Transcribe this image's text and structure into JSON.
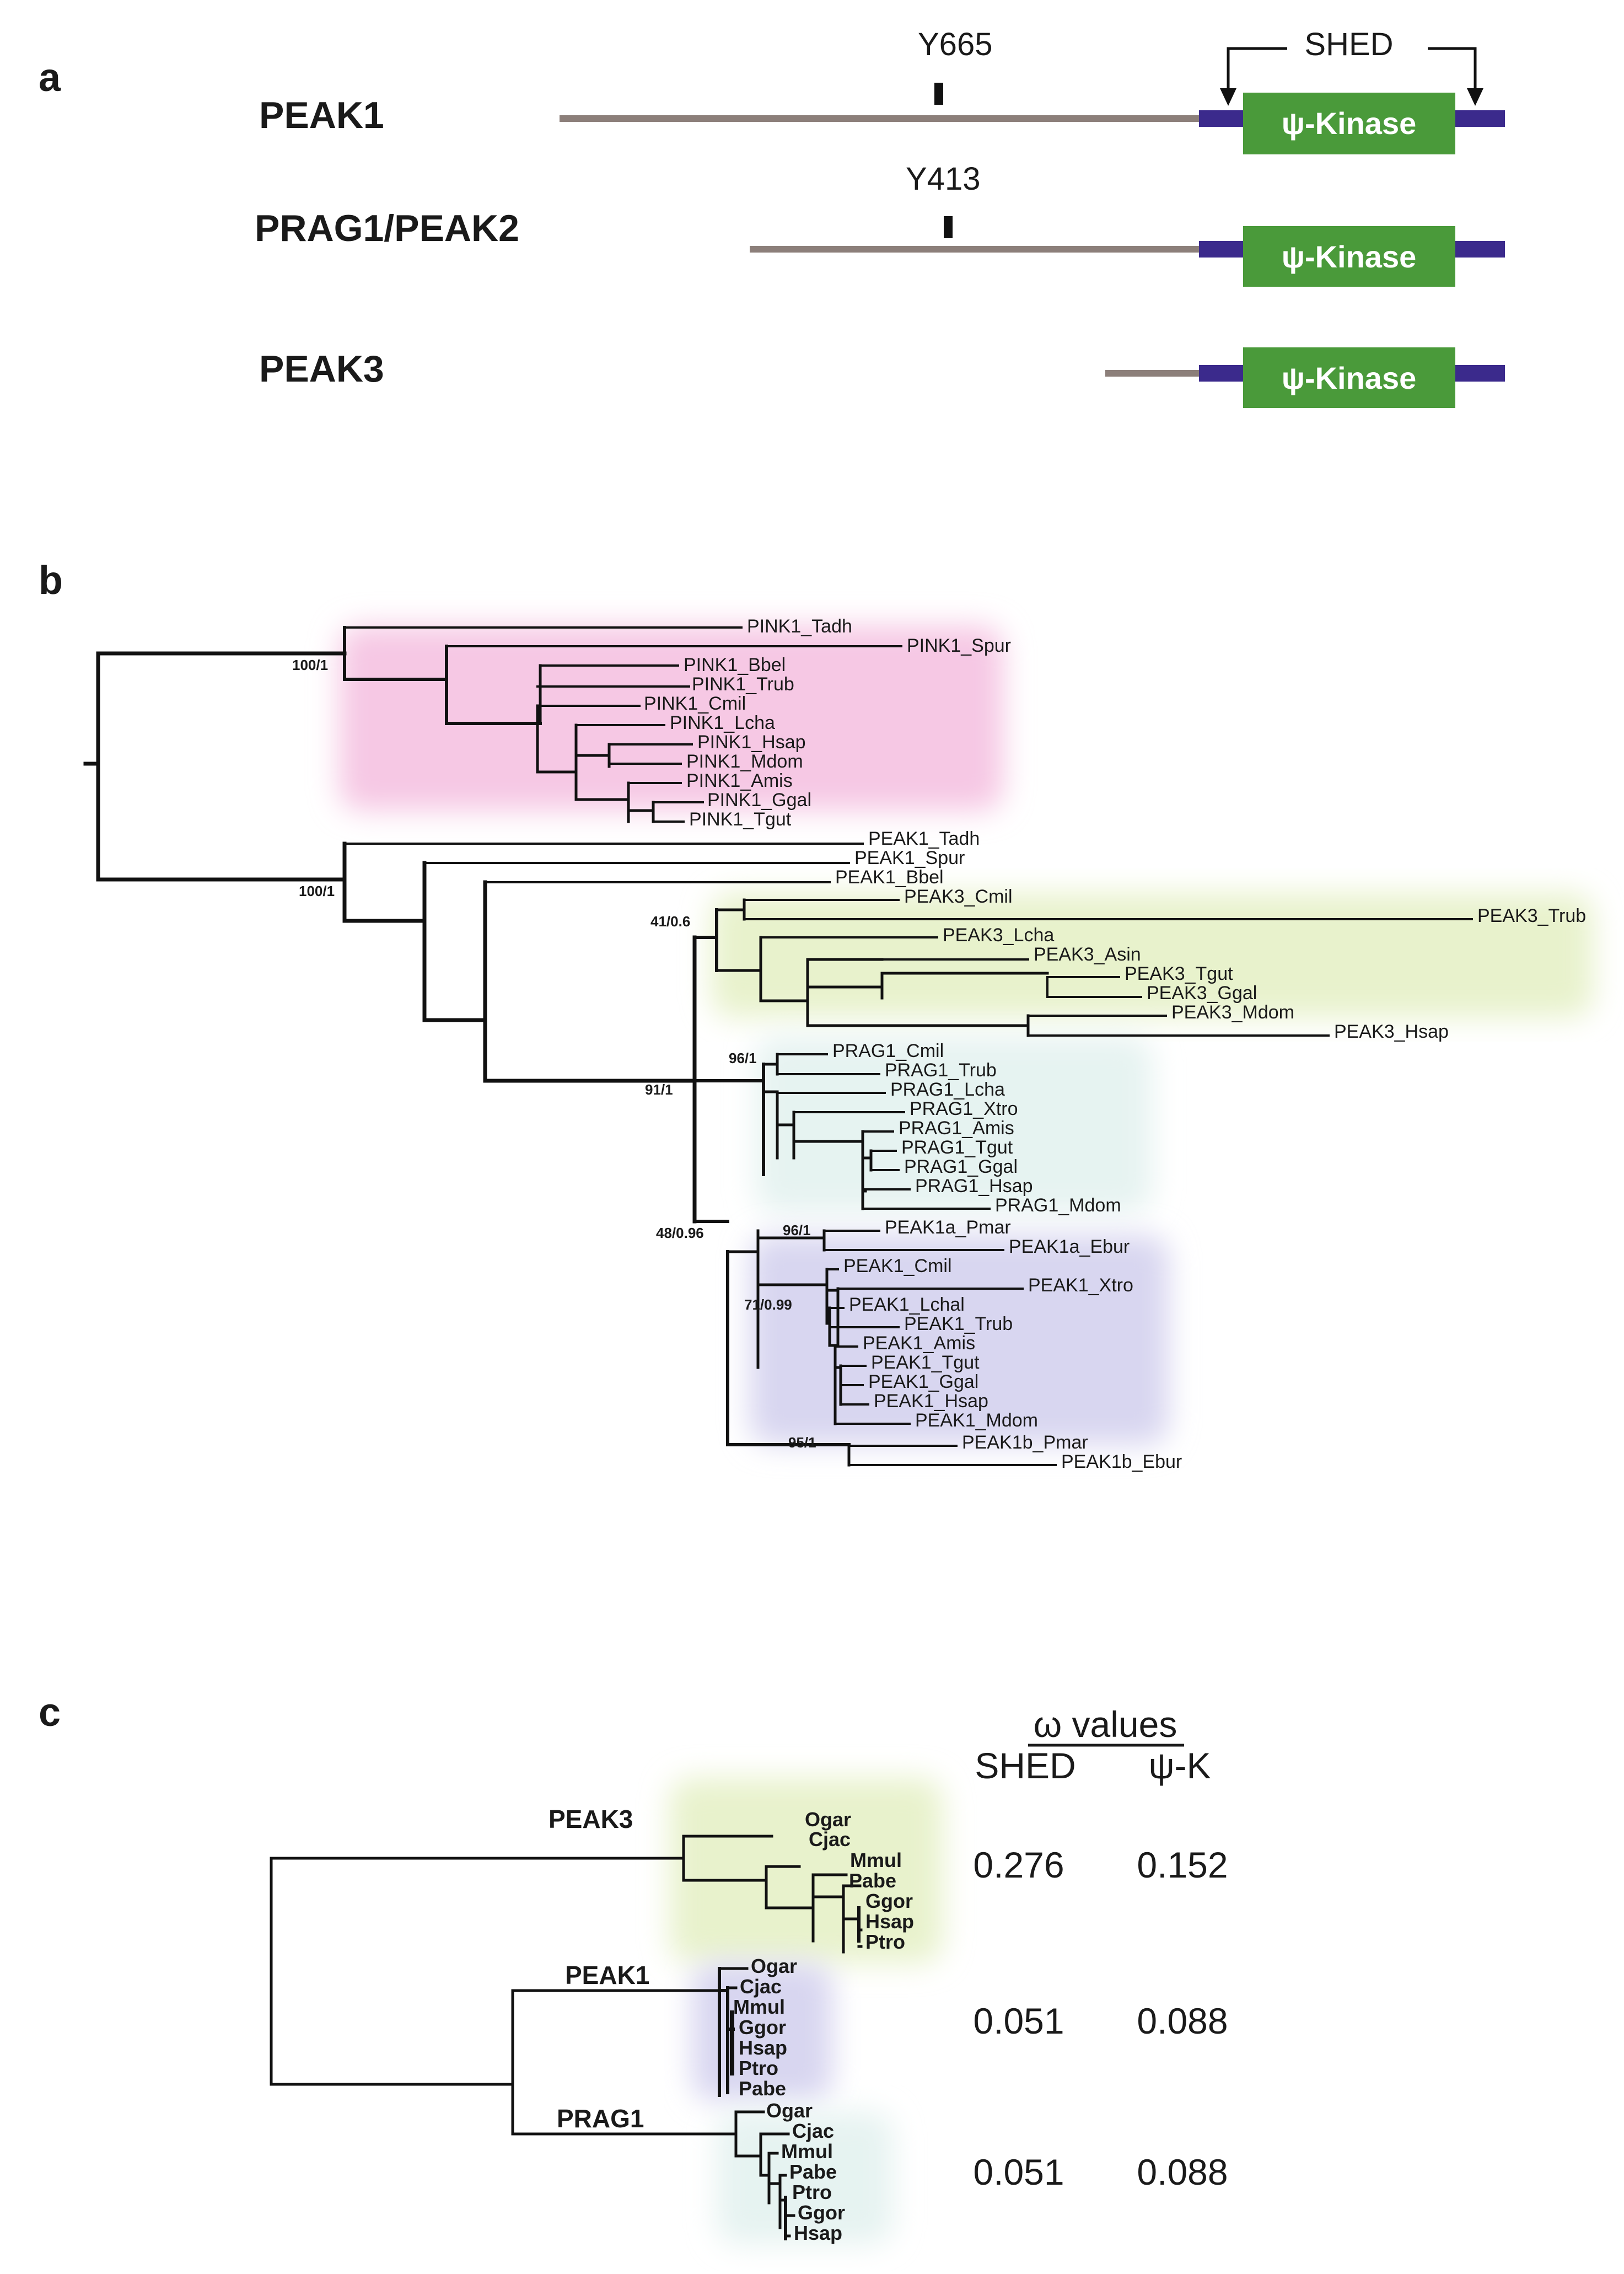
{
  "panel_a": {
    "label": "a",
    "proteins": [
      {
        "name": "PEAK1",
        "site": "Y665"
      },
      {
        "name": "PRAG1/PEAK2",
        "site": "Y413"
      },
      {
        "name": "PEAK3",
        "site": ""
      }
    ],
    "kinase_label": "ψ-Kinase",
    "shed_label": "SHED",
    "colors": {
      "linker": "#8c7f7a",
      "shed": "#3b2a8c",
      "kinase": "#4a9a3a"
    }
  },
  "panel_b": {
    "label": "b",
    "leaves": [
      "PINK1_Tadh",
      "PINK1_Spur",
      "PINK1_Bbel",
      "PINK1_Trub",
      "PINK1_Cmil",
      "PINK1_Lcha",
      "PINK1_Hsap",
      "PINK1_Mdom",
      "PINK1_Amis",
      "PINK1_Ggal",
      "PINK1_Tgut",
      "PEAK1_Tadh",
      "PEAK1_Spur",
      "PEAK1_Bbel",
      "PEAK3_Cmil",
      "PEAK3_Trub",
      "PEAK3_Lcha",
      "PEAK3_Asin",
      "PEAK3_Tgut",
      "PEAK3_Ggal",
      "PEAK3_Mdom",
      "PEAK3_Hsap",
      "PRAG1_Cmil",
      "PRAG1_Trub",
      "PRAG1_Lcha",
      "PRAG1_Xtro",
      "PRAG1_Amis",
      "PRAG1_Tgut",
      "PRAG1_Ggal",
      "PRAG1_Hsap",
      "PRAG1_Mdom",
      "PEAK1a_Pmar",
      "PEAK1a_Ebur",
      "PEAK1_Cmil",
      "PEAK1_Xtro",
      "PEAK1_Lchal",
      "PEAK1_Trub",
      "PEAK1_Amis",
      "PEAK1_Tgut",
      "PEAK1_Ggal",
      "PEAK1_Hsap",
      "PEAK1_Mdom",
      "PEAK1b_Pmar",
      "PEAK1b_Ebur"
    ],
    "supports": [
      "100/1",
      "100/1",
      "41/0.6",
      "96/1",
      "91/1",
      "48/0.96",
      "96/1",
      "71/0.99",
      "95/1"
    ],
    "highlight_colors": {
      "pink1": "#f6c8e4",
      "peak3": "#e8f2cc",
      "prag1": "#e6f3f1",
      "peak1": "#d8d6f0"
    }
  },
  "panel_c": {
    "label": "c",
    "header_title": "ω values",
    "col_shed": "SHED",
    "col_psik": "ψ-K",
    "clades": [
      {
        "name": "PEAK3",
        "leaves": [
          "Ogar",
          "Cjac",
          "Mmul",
          "Pabe",
          "Ggor",
          "Hsap",
          "Ptro"
        ],
        "shed": "0.276",
        "psik": "0.152"
      },
      {
        "name": "PEAK1",
        "leaves": [
          "Ogar",
          "Cjac",
          "Mmul",
          "Ggor",
          "Hsap",
          "Ptro",
          "Pabe"
        ],
        "shed": "0.051",
        "psik": "0.088"
      },
      {
        "name": "PRAG1",
        "leaves": [
          "Ogar",
          "Cjac",
          "Mmul",
          "Pabe",
          "Ptro",
          "Ggor",
          "Hsap"
        ],
        "shed": "0.051",
        "psik": "0.088"
      }
    ]
  }
}
